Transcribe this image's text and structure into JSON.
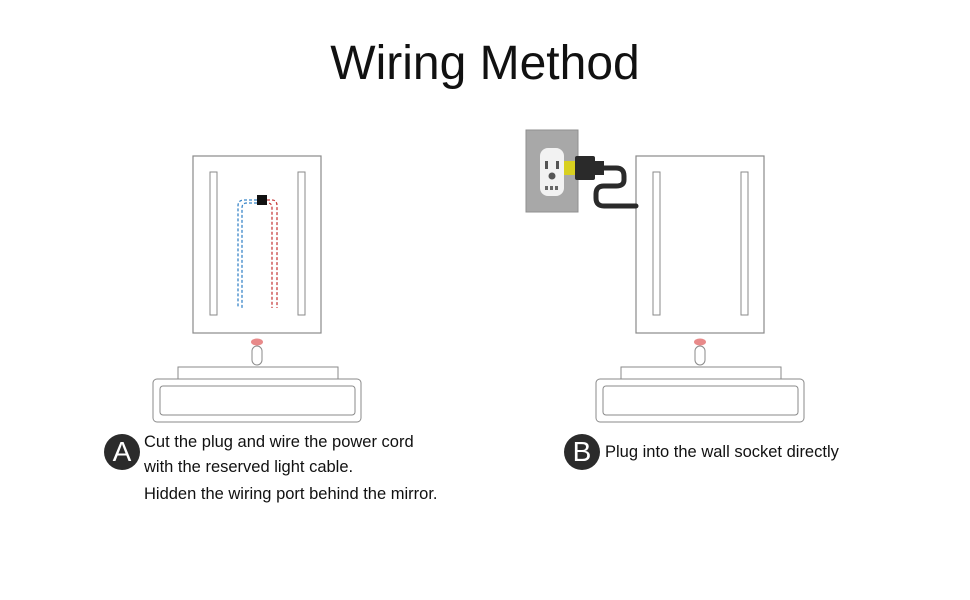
{
  "title": "Wiring Method",
  "step_a": {
    "badge": "A",
    "lines": [
      "Cut the plug and wire the power cord",
      "with the reserved light cable.",
      "Hidden the wiring port behind the mirror."
    ]
  },
  "step_b": {
    "badge": "B",
    "lines": [
      "Plug into the wall socket directly"
    ]
  },
  "colors": {
    "outline": "#8a8a8a",
    "wire_blue": "#3a86c8",
    "wire_red": "#c84040",
    "sensor": "#e88a8a",
    "wall_plate": "#a8a8a8",
    "plug": "#2a2a2a",
    "plug_prongs": "#d8d020"
  }
}
